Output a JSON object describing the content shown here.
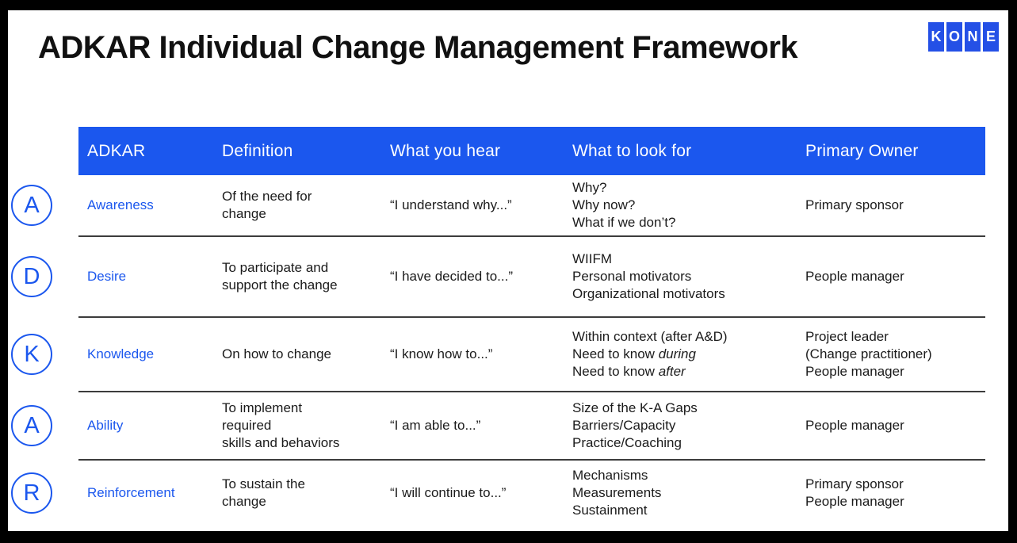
{
  "page": {
    "title": "ADKAR Individual Change Management Framework",
    "logo_letters": [
      "K",
      "O",
      "N",
      "E"
    ]
  },
  "colors": {
    "accent": "#1B57EE",
    "logo_blue": "#2450E6",
    "separator": "#3C3C3C",
    "text": "#1B1B1B"
  },
  "table": {
    "headers": [
      "ADKAR",
      "Definition",
      "What you hear",
      "What to look for",
      "Primary Owner"
    ],
    "rows": [
      {
        "letter": "A",
        "name": "Awareness",
        "definition": [
          "Of the need for",
          "change"
        ],
        "hear": "“I understand why...”",
        "look_for": [
          "Why?",
          "Why now?",
          "What if we don’t?"
        ],
        "owner": [
          "Primary sponsor"
        ]
      },
      {
        "letter": "D",
        "name": "Desire",
        "definition": [
          "To participate and",
          "support the change"
        ],
        "hear": "“I have decided to...”",
        "look_for": [
          "WIIFM",
          "Personal motivators",
          "Organizational motivators"
        ],
        "owner": [
          "People manager"
        ]
      },
      {
        "letter": "K",
        "name": "Knowledge",
        "definition": [
          "On how to change"
        ],
        "hear": "“I know how to...”",
        "look_for": [
          "Within context (after A&D)",
          "Need to know *during*",
          "Need to know *after*"
        ],
        "owner": [
          "Project leader",
          "(Change practitioner)",
          "People manager"
        ]
      },
      {
        "letter": "A",
        "name": "Ability",
        "definition": [
          "To implement",
          "required",
          "skills and behaviors"
        ],
        "hear": "“I am able to...”",
        "look_for": [
          "Size of the K-A Gaps",
          "Barriers/Capacity",
          "Practice/Coaching"
        ],
        "owner": [
          "People manager"
        ]
      },
      {
        "letter": "R",
        "name": "Reinforcement",
        "definition": [
          "To sustain the",
          "change"
        ],
        "hear": "“I will continue to...”",
        "look_for": [
          "Mechanisms",
          "Measurements",
          "Sustainment"
        ],
        "owner": [
          "Primary sponsor",
          "People manager"
        ]
      }
    ]
  }
}
